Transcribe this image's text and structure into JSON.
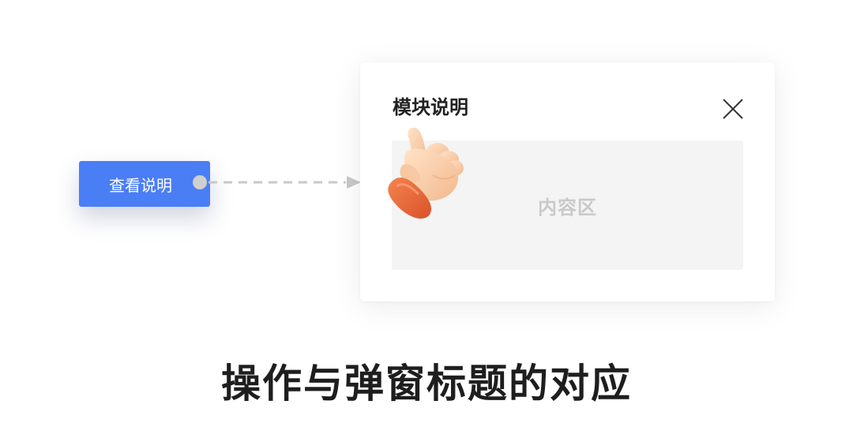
{
  "trigger": {
    "label": "查看说明"
  },
  "modal": {
    "title": "模块说明",
    "content_placeholder": "内容区",
    "close_icon": "close-icon"
  },
  "caption": "操作与弹窗标题的对应",
  "icons": {
    "pointer": "pointing-hand-icon",
    "connector": "dashed-arrow-icon"
  },
  "colors": {
    "button": "#4a7ef5",
    "hand_cuff": "#ef6d3c",
    "content_bg": "#f4f4f4"
  }
}
